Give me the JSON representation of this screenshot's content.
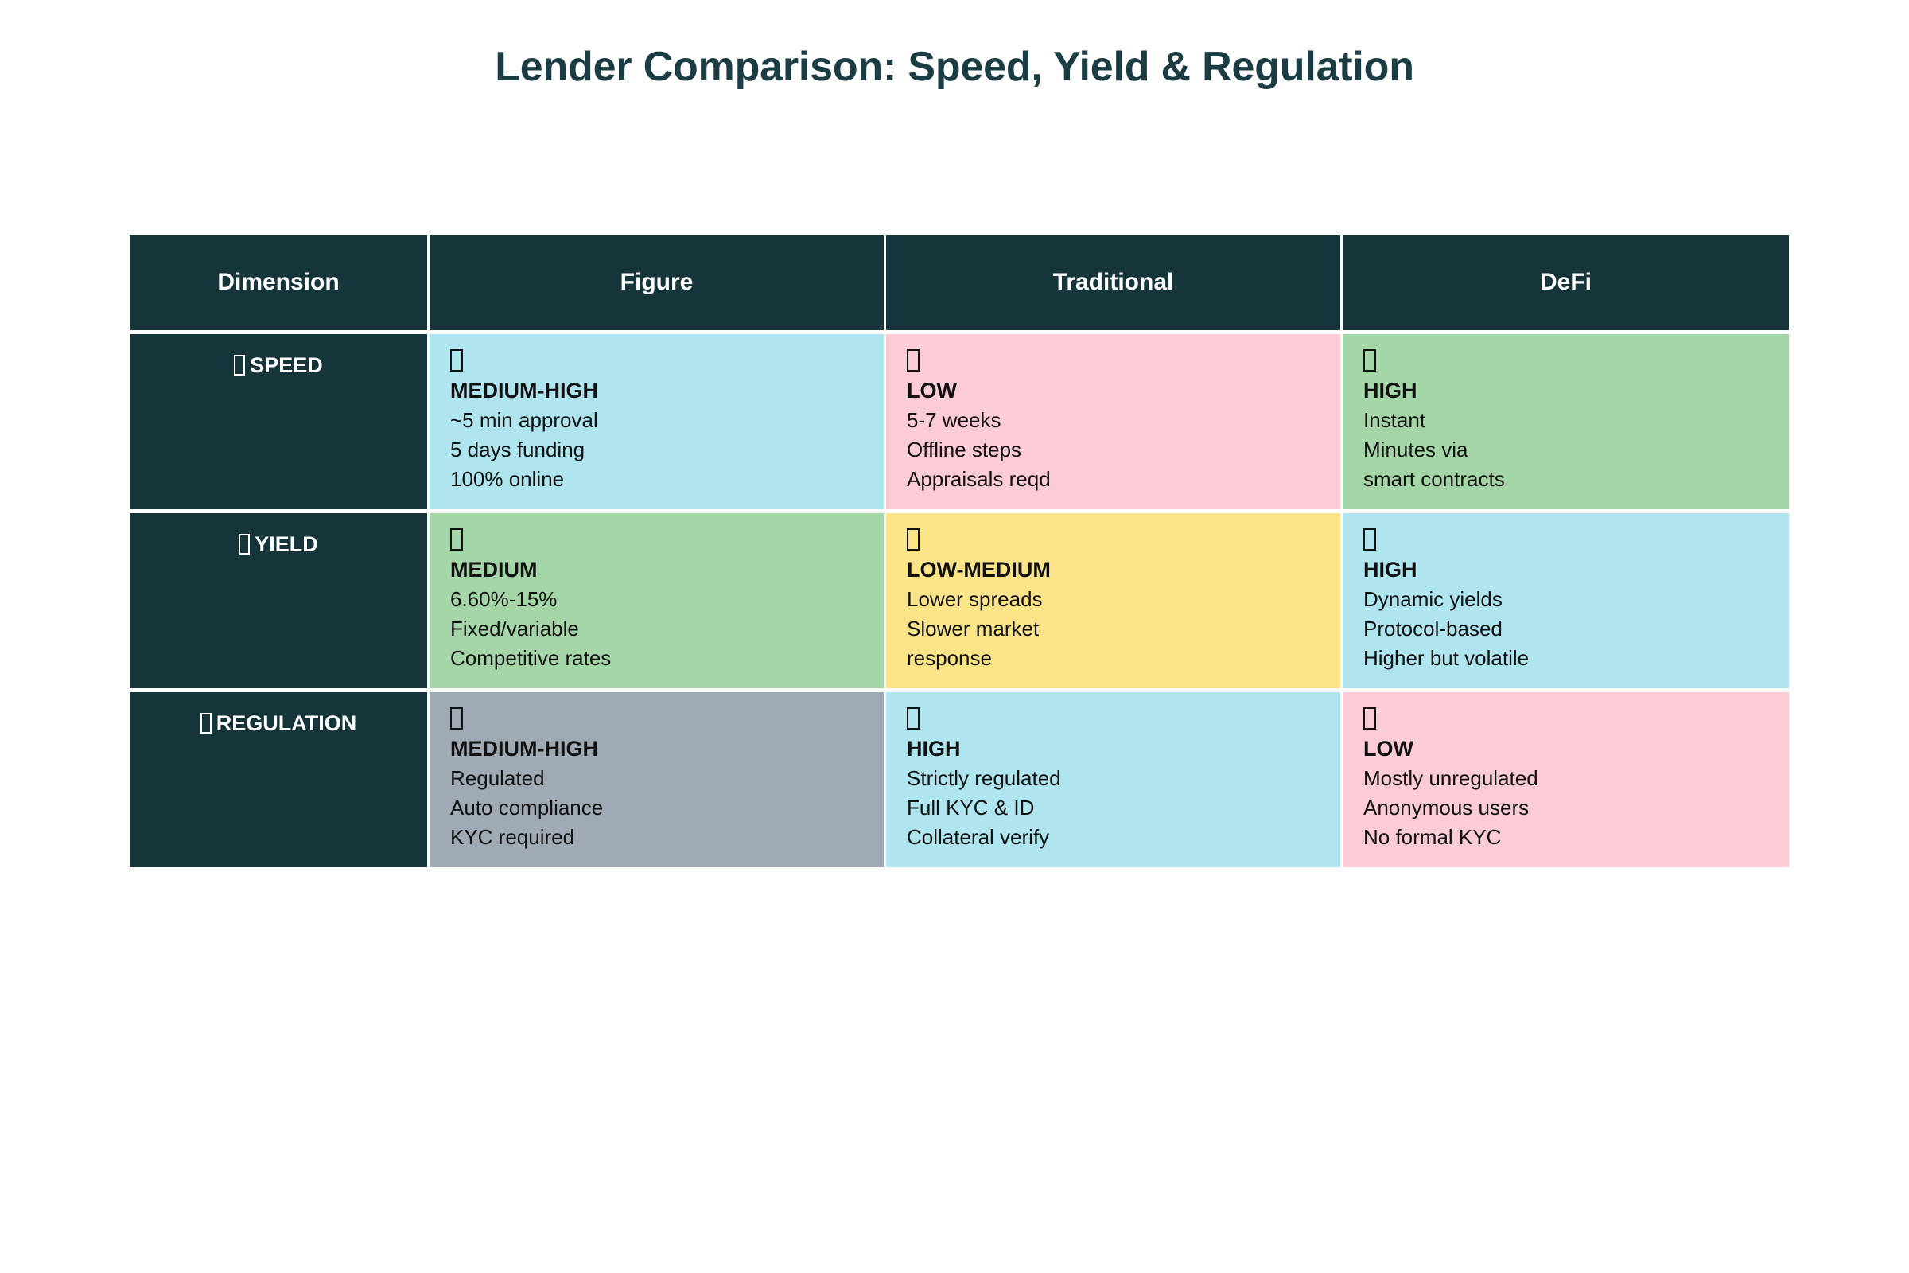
{
  "title": "Lender Comparison: Speed, Yield & Regulation",
  "colors": {
    "header_bg": "#16353A",
    "title_text": "#1b3c42",
    "cyan": "#AEE5EE",
    "pink": "#FBCBD6",
    "green": "#A5D6A7",
    "yellow": "#FBE488",
    "gray": "#A0AAB4",
    "page_bg": "#FFFFFF"
  },
  "table": {
    "headers": [
      "Dimension",
      "Figure",
      "Traditional",
      "DeFi"
    ],
    "rows": [
      {
        "dimension": "SPEED",
        "dimension_icon": "missing-glyph-icon",
        "cells": [
          {
            "column": "Figure",
            "icon": "missing-glyph-icon",
            "rating": "MEDIUM-HIGH",
            "details": [
              "~5 min approval",
              "5 days funding",
              "100% online"
            ],
            "bg": "cyan"
          },
          {
            "column": "Traditional",
            "icon": "missing-glyph-icon",
            "rating": "LOW",
            "details": [
              "5-7 weeks",
              "Offline steps",
              "Appraisals reqd"
            ],
            "bg": "pink"
          },
          {
            "column": "DeFi",
            "icon": "missing-glyph-icon",
            "rating": "HIGH",
            "details": [
              "Instant",
              "Minutes via",
              "smart contracts"
            ],
            "bg": "green"
          }
        ]
      },
      {
        "dimension": "YIELD",
        "dimension_icon": "missing-glyph-icon",
        "cells": [
          {
            "column": "Figure",
            "icon": "missing-glyph-icon",
            "rating": "MEDIUM",
            "details": [
              "6.60%-15%",
              "Fixed/variable",
              "Competitive rates"
            ],
            "bg": "green"
          },
          {
            "column": "Traditional",
            "icon": "missing-glyph-icon",
            "rating": "LOW-MEDIUM",
            "details": [
              "Lower spreads",
              "Slower market",
              "response"
            ],
            "bg": "yellow"
          },
          {
            "column": "DeFi",
            "icon": "missing-glyph-icon",
            "rating": "HIGH",
            "details": [
              "Dynamic yields",
              "Protocol-based",
              "Higher but volatile"
            ],
            "bg": "cyan"
          }
        ]
      },
      {
        "dimension": "REGULATION",
        "dimension_icon": "missing-glyph-icon",
        "cells": [
          {
            "column": "Figure",
            "icon": "missing-glyph-icon",
            "rating": "MEDIUM-HIGH",
            "details": [
              "Regulated",
              "Auto compliance",
              "KYC required"
            ],
            "bg": "gray"
          },
          {
            "column": "Traditional",
            "icon": "missing-glyph-icon",
            "rating": "HIGH",
            "details": [
              "Strictly regulated",
              "Full KYC & ID",
              "Collateral verify"
            ],
            "bg": "cyan"
          },
          {
            "column": "DeFi",
            "icon": "missing-glyph-icon",
            "rating": "LOW",
            "details": [
              "Mostly unregulated",
              "Anonymous users",
              "No formal KYC"
            ],
            "bg": "pink"
          }
        ]
      }
    ]
  }
}
